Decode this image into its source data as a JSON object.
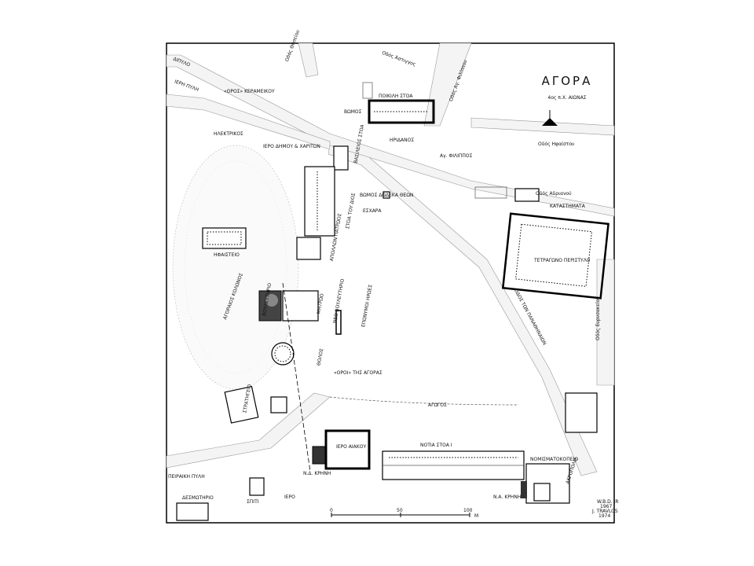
{
  "map": {
    "title": "ΑΓΟΡΑ",
    "subtitle": "4ος π.Χ. ΑΙΩΝΑΣ",
    "credit": [
      "W.B.D. JR",
      "1967",
      "J. TRAVLOS",
      "1974"
    ],
    "scale": {
      "ticks": [
        "0",
        "50",
        "100"
      ],
      "unit": "M"
    },
    "streets": {
      "dipylo": "ΔΙΠΥΛΟ",
      "iera_pyli": "ΙΕΡΗ ΠΥΛΗ",
      "odos_thiseion": "Οδός Θησείου",
      "odos_astingos": "Οδός Άστιγγος",
      "odos_ag_filippou": "Οδός Αγ. Φιλίππου",
      "odos_ifaistou": "Οδός Ηφαίστου",
      "odos_adrianou": "Οδός Αδριανού",
      "odos_panathinaion": "ΟΔΟΣ ΤΩΝ ΠΑΝΑΘΗΝΑΙΩΝ",
      "odos_eyrysakeiou": "Οδός Ευρυσακείου",
      "akropoli": "ΑΚΡΟΠΟΛΗ",
      "peiraiki_pyli": "ΠΕΙΡΑΙΚΗ ΠΥΛΗ"
    },
    "labels": {
      "oros_kerameikou": "«ΟΡΟΣ» ΚΕΡΑΜΕΙΚΟΥ",
      "ilektrikos": "ΗΛΕΚΤΡΙΚΟΣ",
      "iero_dimou": "ΙΕΡΟ ΔΗΜΟΥ & ΧΑΡΙΤΩΝ",
      "vomos": "ΒΩΜΟΣ",
      "poikili_stoa": "ΠΟΙΚΙΛΗ ΣΤΟΑ",
      "eridanos": "ΗΡΙΔΑΝΟΣ",
      "vasileios_stoa": "ΒΑΣΙΛΕΙΟΣ ΣΤΟΑ",
      "ag_filippos": "Αγ. ΦΙΛΙΠΠΟΣ",
      "vomos_dodeka": "ΒΩΜΟΣ ΔΩΔΕΚΑ ΘΕΩΝ",
      "eschara": "ΕΣΧΑΡΑ",
      "stoa_dios": "ΣΤΟΑ ΤΟΥ ΔΙΟΣ",
      "apollon_patroos": "ΑΠΟΛΛΩΝ ΠΑΤΡΩΟΣ",
      "ifaisteio": "ΗΦΑΙΣΤΕΙΟ",
      "agoraios_kolonos": "ΑΓΟΡΑΙΟΣ ΚΟΛΩΝΟΣ",
      "vouleftirio": "ΒΟΥΛΕΥΤΗΡΙΟ",
      "neo_vouleftirio": "ΝΕΟ ΒΟΥΛΕΥΤΗΡΙΟ",
      "mitroo": "ΜΗΤΡΩΟ",
      "epwnymoi_iroes": "ΕΠΩΝΥΜΟΙ ΗΡΩΕΣ",
      "tholos": "ΘΟΛΟΣ",
      "oroi_agoras": "«ΟΡΟΙ» ΤΗΣ ΑΓΟΡΑΣ",
      "stratigeio": "ΣΤΡΑΤΗΓΕΙΟ",
      "agogos": "ΑΓΩΓΟΣ",
      "iero_aiakou": "ΙΕΡΟ ΑΙΑΚΟΥ",
      "notia_stoa": "ΝΟΤΙΑ ΣΤΟΑ Ι",
      "nd_krini": "Ν.Δ. ΚΡΗΝΗ",
      "na_krini": "Ν.Α. ΚΡΗΝΗ",
      "nomismatokopeio": "ΝΟΜΙΣΜΑΤΟΚΟΠΕΙΟ",
      "katastimata": "ΚΑΤΑΣΤΗΜΑΤΑ",
      "tetragono": "ΤΕΤΡΑΓΩΝΟ ΠΕΡΙΣΤΥΛΟ",
      "spiti": "ΣΠΙΤΙ",
      "iero": "ΙΕΡΟ",
      "desmotirio": "ΔΕΣΜΩΤΗΡΙΟ"
    }
  }
}
